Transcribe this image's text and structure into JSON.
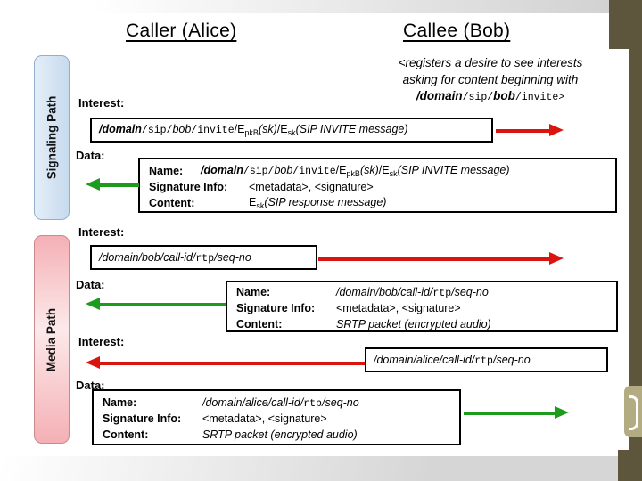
{
  "header": {
    "caller": "Caller (Alice)",
    "callee": "Callee (Bob)"
  },
  "note": {
    "lines": [
      [
        {
          "t": "<registers a desire to see interests",
          "s": "i"
        }
      ],
      [
        {
          "t": "asking for content beginning with",
          "s": "i"
        }
      ],
      [
        {
          "t": "/domain",
          "s": "bi"
        },
        {
          "t": "/sip/",
          "s": "m"
        },
        {
          "t": "bob",
          "s": "bi"
        },
        {
          "t": "/invite>",
          "s": "m"
        }
      ]
    ]
  },
  "paths": {
    "signaling": "Signaling Path",
    "media": "Media Path"
  },
  "labels": {
    "interest": "Interest:",
    "data": "Data:",
    "name": "Name:",
    "signature": "Signature Info:",
    "content": "Content:"
  },
  "messages": {
    "interest1": {
      "name": [
        {
          "t": "/domain",
          "s": "bi"
        },
        {
          "t": "/sip/",
          "s": "m"
        },
        {
          "t": "bob",
          "s": "i"
        },
        {
          "t": "/invite",
          "s": "m"
        },
        {
          "t": "/E",
          "s": "r"
        },
        {
          "t": "pkB",
          "s": "sub"
        },
        {
          "t": "(sk)",
          "s": "i"
        },
        {
          "t": "/E",
          "s": "r"
        },
        {
          "t": "sk",
          "s": "sub"
        },
        {
          "t": "(SIP INVITE message)",
          "s": "i"
        }
      ],
      "direction": "right"
    },
    "data1": {
      "name": [
        {
          "t": "/domain",
          "s": "bi"
        },
        {
          "t": "/sip/",
          "s": "m"
        },
        {
          "t": "bob",
          "s": "i"
        },
        {
          "t": "/invite",
          "s": "m"
        },
        {
          "t": "/E",
          "s": "r"
        },
        {
          "t": "pkB",
          "s": "sub"
        },
        {
          "t": "(sk)",
          "s": "i"
        },
        {
          "t": "/E",
          "s": "r"
        },
        {
          "t": "sk",
          "s": "sub"
        },
        {
          "t": "(SIP INVITE message)",
          "s": "i"
        }
      ],
      "signature": [
        {
          "t": "<metadata>, <signature>",
          "s": "r"
        }
      ],
      "content": [
        {
          "t": "E",
          "s": "r"
        },
        {
          "t": "sk",
          "s": "sub"
        },
        {
          "t": "(SIP response message)",
          "s": "i"
        }
      ],
      "direction": "left"
    },
    "interest2": {
      "name": [
        {
          "t": "/domain/bob/call-id/",
          "s": "i"
        },
        {
          "t": "rtp",
          "s": "m"
        },
        {
          "t": "/seq-no",
          "s": "i"
        }
      ],
      "direction": "right"
    },
    "data2": {
      "name": [
        {
          "t": "/domain/bob/call-id/",
          "s": "i"
        },
        {
          "t": "rtp",
          "s": "m"
        },
        {
          "t": "/seq-no",
          "s": "i"
        }
      ],
      "signature": [
        {
          "t": "<metadata>, <signature>",
          "s": "r"
        }
      ],
      "content": [
        {
          "t": "SRTP packet (encrypted audio)",
          "s": "i"
        }
      ],
      "direction": "left"
    },
    "interest3": {
      "name": [
        {
          "t": "/domain/alice/call-id/",
          "s": "i"
        },
        {
          "t": "rtp",
          "s": "m"
        },
        {
          "t": "/seq-no",
          "s": "i"
        }
      ],
      "direction": "left"
    },
    "data3": {
      "name": [
        {
          "t": "/domain/alice/call-id/",
          "s": "i"
        },
        {
          "t": "rtp",
          "s": "m"
        },
        {
          "t": "/seq-no",
          "s": "i"
        }
      ],
      "signature": [
        {
          "t": "<metadata>, <signature>",
          "s": "r"
        }
      ],
      "content": [
        {
          "t": "SRTP packet (encrypted audio)",
          "s": "i"
        }
      ],
      "direction": "right"
    }
  },
  "colors": {
    "interest_arrow": "#da1510",
    "data_arrow": "#1c9b1c",
    "band": "#5d553c",
    "tab": "#b3ab82",
    "signaling_fill": "#c7daee",
    "signaling_border": "#92aec9",
    "media_fill": "#f4b0b5",
    "media_border": "#c98a8e"
  }
}
